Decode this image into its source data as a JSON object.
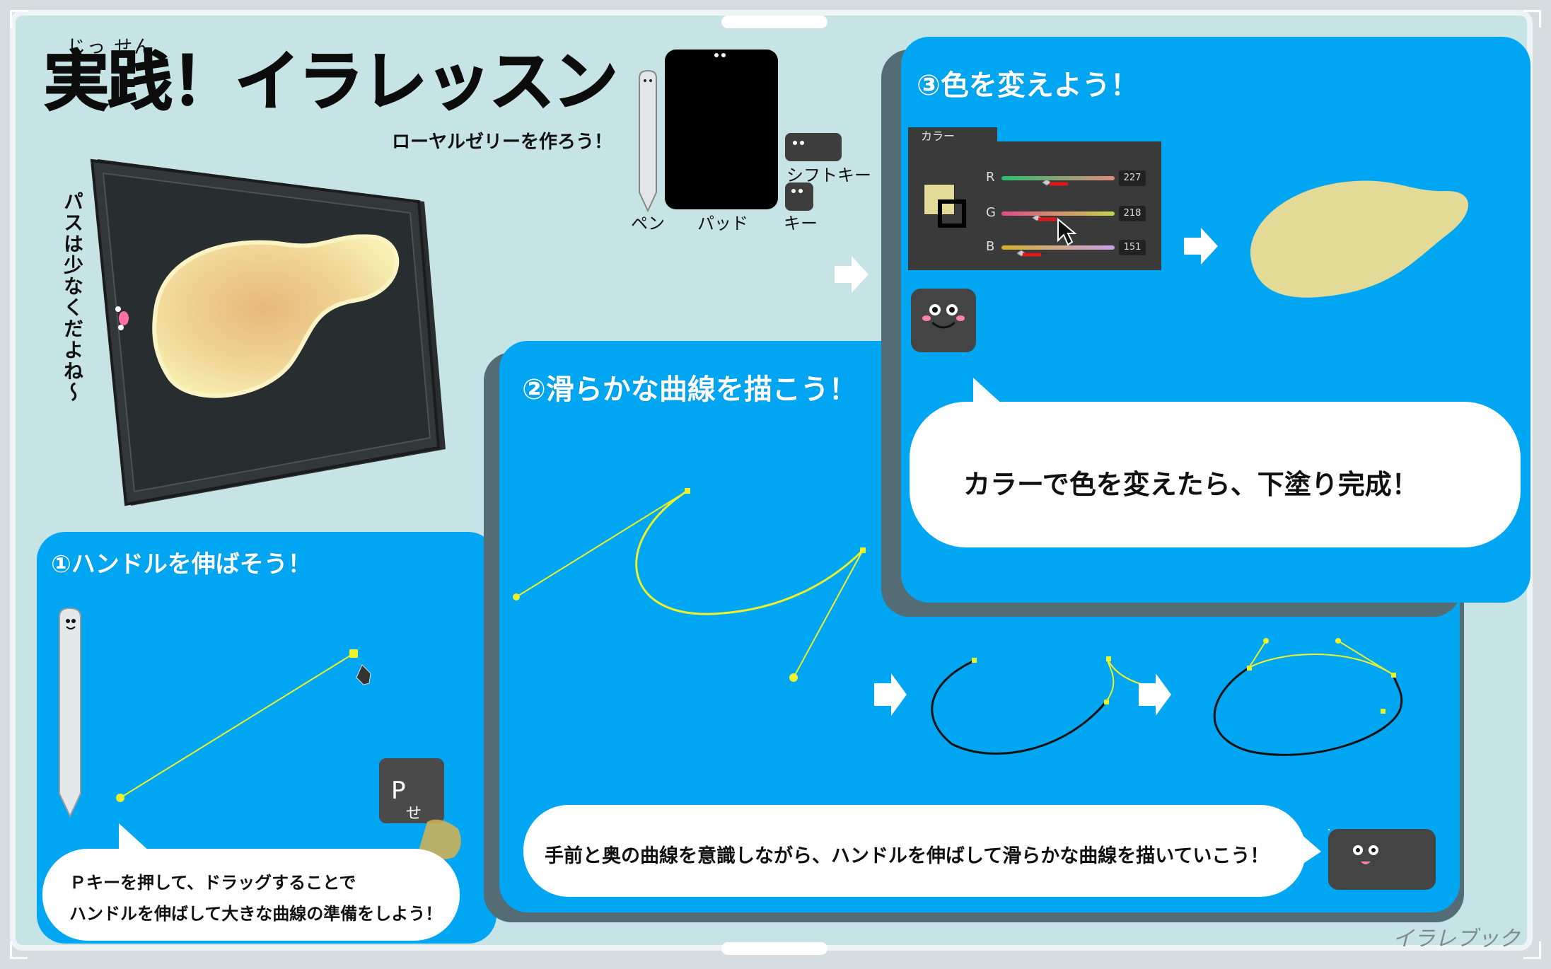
{
  "header": {
    "title": "実践！イラレッスン",
    "ruby": "じっ せん",
    "subtitle": "ローヤルゼリーを作ろう！",
    "side_note": "パスは少なくだよね〜"
  },
  "legend": {
    "pen_label": "ペン",
    "pad_label": "パッド",
    "shift_label": "シフトキー",
    "key_label": "キー"
  },
  "step1": {
    "title": "①ハンドルを伸ばそう！",
    "key_letter": "P",
    "key_kana": "せ",
    "bubble_line1": "Ｐキーを押して、ドラッグすることで",
    "bubble_line2": "ハンドルを伸ばして大きな曲線の準備をしよう！"
  },
  "step2": {
    "title": "②滑らかな曲線を描こう！",
    "bubble": "手前と奥の曲線を意識しながら、ハンドルを伸ばして滑らかな曲線を描いていこう！"
  },
  "step3": {
    "title": "③色を変えよう！",
    "bubble": "カラーで色を変えたら、下塗り完成！",
    "color_panel": {
      "tab": "カラー",
      "rows": [
        {
          "label": "R",
          "value": "227"
        },
        {
          "label": "G",
          "value": "218"
        },
        {
          "label": "B",
          "value": "151"
        }
      ],
      "swatch": "#e3da97"
    }
  },
  "credit": "イラレブック",
  "colors": {
    "panel": "#00a6f2",
    "path_yellow": "#eef22a",
    "background": "#c6e3e6",
    "shape_fill": "#e3da97"
  }
}
